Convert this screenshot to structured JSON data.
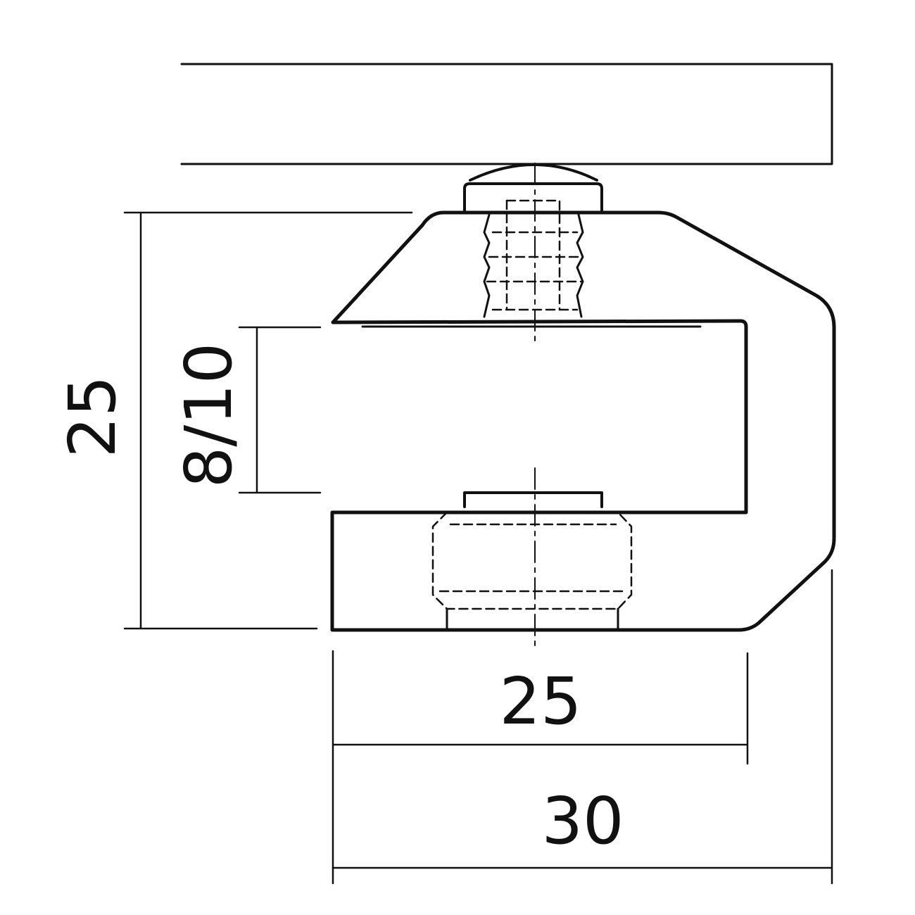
{
  "dimensions": {
    "height_total": "25",
    "glass_thickness": "8/10",
    "depth_inner": "25",
    "depth_total": "30"
  },
  "colors": {
    "stroke": "#111111",
    "background": "#ffffff"
  }
}
